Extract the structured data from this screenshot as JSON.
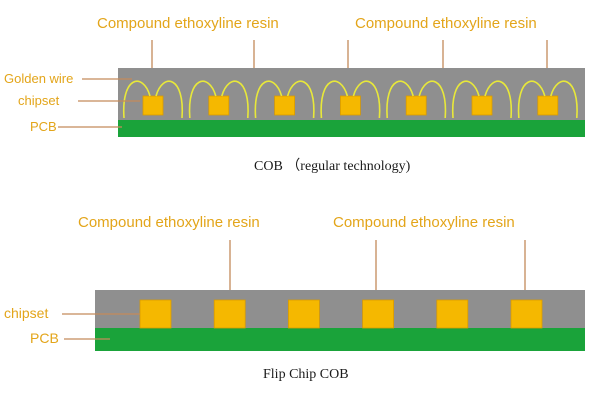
{
  "colors": {
    "label_text": "#e3a51a",
    "leader_line": "#c48a5a",
    "resin": "#8f8f8f",
    "chip": "#f5b800",
    "chip_edge": "#d99a00",
    "pcb": "#1aa33a",
    "wire": "#e8e83a",
    "caption_text": "#1a1a1a"
  },
  "diagrams": [
    {
      "id": "cob",
      "resin_labels": [
        "Compound ethoxyline resin",
        "Compound ethoxyline resin"
      ],
      "side_labels": {
        "wire": "Golden wire",
        "chip": "chipset",
        "pcb": "PCB"
      },
      "chip_count": 7,
      "has_wires": true,
      "caption": "COB （regular technology)"
    },
    {
      "id": "flip-chip",
      "resin_labels": [
        "Compound ethoxyline resin",
        "Compound ethoxyline resin"
      ],
      "side_labels": {
        "chip": "chipset",
        "pcb": "PCB"
      },
      "chip_count": 6,
      "has_wires": false,
      "caption": "Flip Chip COB"
    }
  ]
}
